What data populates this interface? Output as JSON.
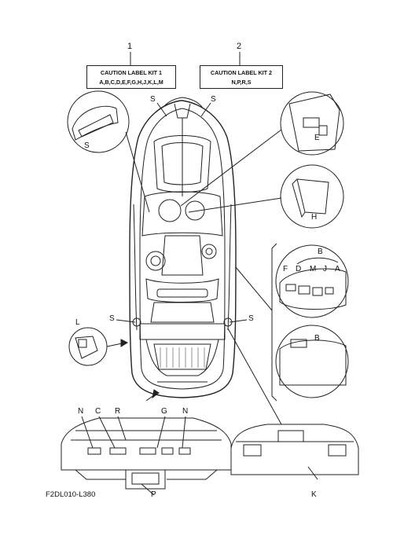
{
  "kits": [
    {
      "number": "1",
      "title": "CAUTION LABEL KIT 1",
      "parts": "A,B,C,D,E,F,G,H,J,K,L,M"
    },
    {
      "number": "2",
      "title": "CAUTION LABEL KIT 2",
      "parts": "N,P,R,S"
    }
  ],
  "callouts": {
    "s_top_left": "S",
    "s_top_right": "S",
    "s_inset": "S",
    "s_mid_left": "S",
    "s_mid_right": "S",
    "e": "E",
    "h": "H",
    "b_upper": "B",
    "f": "F",
    "d": "D",
    "m": "M",
    "j": "J",
    "a": "A",
    "b_lower": "B",
    "l": "L",
    "n_left": "N",
    "c": "C",
    "r": "R",
    "g": "G",
    "n_right": "N",
    "p": "P",
    "k": "K"
  },
  "figure_code": "F2DL010-L380"
}
